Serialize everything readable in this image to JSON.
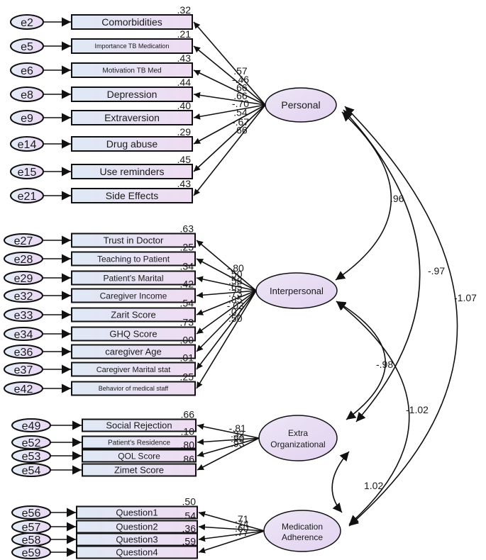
{
  "latents": {
    "personal": "Personal",
    "interpersonal": "Interpersonal",
    "extra_line1": "Extra",
    "extra_line2": "Organizational",
    "med_line1": "Medication",
    "med_line2": "Adherence"
  },
  "personal": {
    "items": [
      {
        "error": "e2",
        "label": "Comorbidities",
        "r2": ".32",
        "loading": ".57"
      },
      {
        "error": "e5",
        "label": "Importance  TB Medication",
        "r2": ".21",
        "loading": "-.46"
      },
      {
        "error": "e6",
        "label": "Motivation TB Med",
        "r2": ".43",
        "loading": ".66"
      },
      {
        "error": "e8",
        "label": "Depression",
        "r2": ".44",
        "loading": ".66"
      },
      {
        "error": "e9",
        "label": "Extraversion",
        "r2": ".40",
        "loading": "-.70"
      },
      {
        "error": "e14",
        "label": "Drug abuse",
        "r2": ".29",
        "loading": ".54"
      },
      {
        "error": "e15",
        "label": "Use reminders",
        "r2": ".45",
        "loading": "-.67"
      },
      {
        "error": "e21",
        "label": "Side Effects",
        "r2": ".43",
        "loading": ".66"
      }
    ]
  },
  "interpersonal": {
    "items": [
      {
        "error": "e27",
        "label": "Trust in Doctor",
        "r2": ".63",
        "loading": "-.80"
      },
      {
        "error": "e28",
        "label": "Teaching to Patient",
        "r2": ".25",
        "loading": ".50"
      },
      {
        "error": "e29",
        "label": "Patient's Marital",
        "r2": ".34",
        "loading": ".58"
      },
      {
        "error": "e32",
        "label": "Caregiver Income",
        "r2": ".42",
        "loading": ".65"
      },
      {
        "error": "e33",
        "label": "Zarit Score",
        "r2": ".54",
        "loading": ".73"
      },
      {
        "error": "e34",
        "label": "GHQ Score",
        "r2": ".73",
        "loading": ".85"
      },
      {
        "error": "e36",
        "label": "caregiver Age",
        "r2": ".00",
        "loading": "-.03"
      },
      {
        "error": "e37",
        "label": "Caregiver Marital stat",
        "r2": ".01",
        "loading": ".07"
      },
      {
        "error": "e42",
        "label": "Behavior of medical  staff",
        "r2": ".25",
        "loading": ".50"
      }
    ]
  },
  "extra": {
    "items": [
      {
        "error": "e49",
        "label": "Social Rejection",
        "r2": ".66",
        "loading": "-.81"
      },
      {
        "error": "e52",
        "label": "Patient's Residence",
        "r2": ".10",
        "loading": ".32"
      },
      {
        "error": "e53",
        "label": "QOL Score",
        "r2": ".80",
        "loading": ".90"
      },
      {
        "error": "e54",
        "label": "Zimet Score",
        "r2": ".86",
        "loading": ".93"
      }
    ]
  },
  "med": {
    "items": [
      {
        "error": "e56",
        "label": "Question1",
        "r2": ".50",
        "loading": ".71"
      },
      {
        "error": "e57",
        "label": "Question2",
        "r2": ".54",
        "loading": ".74"
      },
      {
        "error": "e58",
        "label": "Question3",
        "r2": ".36",
        "loading": ".60"
      },
      {
        "error": "e59",
        "label": "Question4",
        "r2": ".59",
        "loading": ".77"
      }
    ]
  },
  "correlations": {
    "personal_interpersonal": ".96",
    "personal_extra": "-.97",
    "personal_med": "-1.07",
    "interpersonal_extra": "-.98",
    "interpersonal_med": "-1.02",
    "extra_med": "1.02"
  }
}
